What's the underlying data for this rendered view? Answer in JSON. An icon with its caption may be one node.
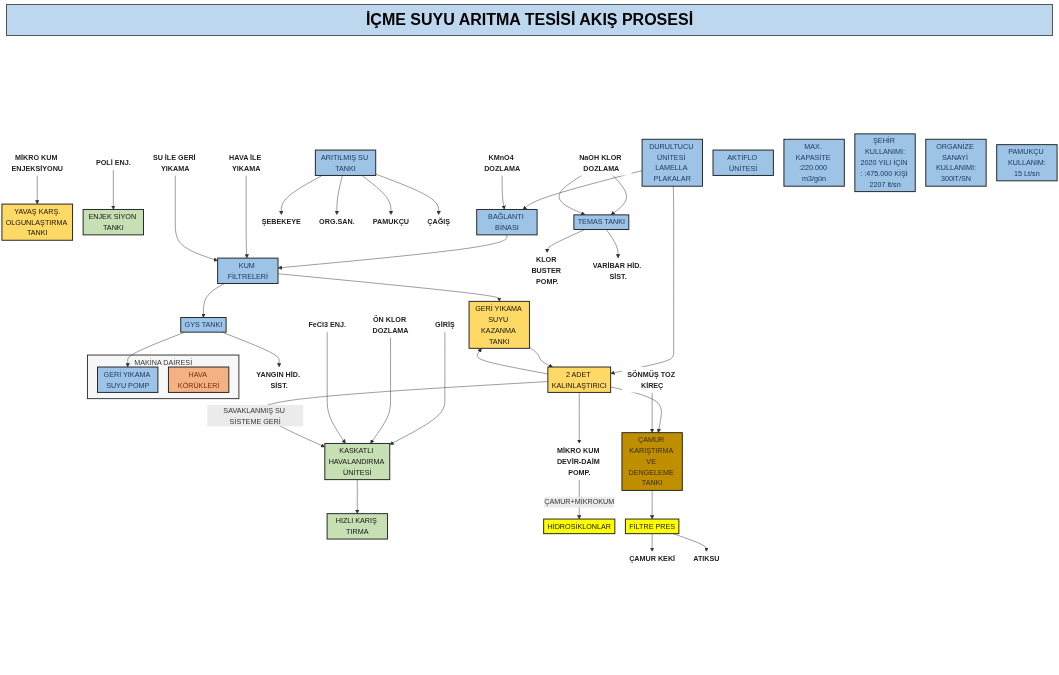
{
  "diagram": {
    "title": "İÇME SUYU ARITMA TESİSİ AKIŞ PROSESİ",
    "nodes": [
      {
        "text": [
          "GİRİŞ"
        ]
      },
      {
        "text": [
          "ÖN KLOR DOZLAMA"
        ]
      },
      {
        "text": [
          "FeCl3 ENJ."
        ]
      },
      {
        "text": [
          "KASKATLI HAVALANDIRMA ÜNİTESİ"
        ]
      },
      {
        "text": [
          "MİKRO KUM ENJEKSİYONU"
        ]
      },
      {
        "text": [
          "POLİ ENJ."
        ]
      },
      {
        "text": [
          "HİDROSİKLONLAR"
        ]
      },
      {
        "text": [
          "AKTİFLO ÜNİTESİ"
        ]
      },
      {
        "text": [
          "HIZLI KARIŞ TIRMA"
        ]
      },
      {
        "text": [
          "ENJEK SİYON TANKI"
        ]
      },
      {
        "text": [
          "YAVAŞ KARŞ.",
          "OLGUNLAŞTIRMA TANKI"
        ]
      },
      {
        "text": [
          "DURULTUCU ÜNİTESİ LAMELLA PLAKALAR"
        ]
      },
      {
        "text": [
          "MİKRO KUM DEVİR-DAİM POMP."
        ]
      },
      {
        "text": [
          "2 ADET KALINLAŞTIRICI"
        ]
      },
      {
        "text": [
          "KMnO4 DOZLAMA"
        ]
      },
      {
        "text": [
          "BAĞLANTI BİNASI"
        ]
      },
      {
        "text": [
          "MAKİNA DAİRESİ"
        ]
      },
      {
        "text": [
          "HAVA KÖRÜKLERİ"
        ],
        "in": 16
      },
      {
        "text": [
          "GERİ YIKAMA SUYU POMP"
        ],
        "in": 16
      },
      {
        "text": [
          "HAVA İLE YIKAMA"
        ]
      },
      {
        "text": [
          "SU İLE GERİ YIKAMA"
        ]
      },
      {
        "text": [
          "KUM FİLTRELERİ"
        ]
      },
      {
        "text": [
          "GERİ YIKAMA SUYU KAZANMA TANKI"
        ]
      },
      {
        "text": [
          "NaOH KLOR DOZLAMA"
        ]
      },
      {
        "text": [
          "GYS TANKI"
        ]
      },
      {
        "text": [
          "TEMAS TANKI"
        ]
      },
      {
        "text": [
          "ARITILMIŞ SU TANKI"
        ]
      },
      {
        "text": [
          "ŞEBEKEYE"
        ]
      },
      {
        "text": [
          "ORG.SAN."
        ]
      },
      {
        "text": [
          "PAMUKÇU"
        ]
      },
      {
        "text": [
          "ÇAĞIŞ"
        ]
      },
      {
        "text": [
          "YANGIN HİD. SİST."
        ]
      },
      {
        "text": [
          "KLOR BUSTER POMP."
        ]
      },
      {
        "text": [
          "VARİBAR HİD. SİST."
        ]
      },
      {
        "text": [
          "SÖNMÜŞ TOZ KİREÇ"
        ]
      },
      {
        "text": [
          "ÇAMUR KARIŞTIRMA VE DENGELEME TANKI"
        ]
      },
      {
        "text": [
          "FİLTRE PRES"
        ]
      },
      {
        "text": [
          "ÇAMUR KEKİ"
        ]
      },
      {
        "text": [
          "ATIKSU"
        ]
      },
      {
        "text": [
          "MAX. KAPASİTE :220.000 m3/gün"
        ]
      },
      {
        "text": [
          "ŞEHİR KULLANIMI:",
          "2020 YILI İÇİN : :475.000 KİŞİ 2207 lt/sn"
        ]
      },
      {
        "text": [
          "ORGANİZE SANAYİ KULLANIMI:",
          "300lT/SN"
        ]
      },
      {
        "text": [
          "PAMUKÇU KULLANIM:",
          "15 Lt/sn"
        ]
      }
    ],
    "edges": [
      {
        "from": 0,
        "to": 3,
        "arrow": "to"
      },
      {
        "from": 1,
        "to": 3,
        "arrow": "to"
      },
      {
        "from": 2,
        "to": 3,
        "arrow": "to"
      },
      {
        "from": 3,
        "to": 8,
        "arrow": "to"
      },
      {
        "from": 4,
        "to": 10,
        "arrow": "to"
      },
      {
        "from": 5,
        "to": 9,
        "arrow": "to"
      },
      {
        "from": 11,
        "to": 15,
        "arrow": "to"
      },
      {
        "from": 11,
        "to": 13,
        "arrow": "to"
      },
      {
        "from": 12,
        "to": 6,
        "label": "ÇAMUR+MİKROKUM",
        "arrow": "to"
      },
      {
        "from": 13,
        "to": 12,
        "arrow": "to"
      },
      {
        "from": 13,
        "to": 3,
        "label": "SAVAKLANMIŞ SU SİSTEME GERİ",
        "arrow": "to"
      },
      {
        "from": 14,
        "to": 15,
        "arrow": "to"
      },
      {
        "from": 15,
        "to": 21,
        "arrow": "to"
      },
      {
        "from": 19,
        "to": 21,
        "arrow": "to"
      },
      {
        "from": 20,
        "to": 21,
        "arrow": "to"
      },
      {
        "from": 21,
        "to": 24,
        "arrow": "to"
      },
      {
        "from": 21,
        "to": 22,
        "arrow": "to"
      },
      {
        "from": 22,
        "to": 13,
        "arrow": "to"
      },
      {
        "from": 13,
        "to": 22,
        "arrow": "to"
      },
      {
        "from": 24,
        "to": 18,
        "arrow": "to"
      },
      {
        "from": 23,
        "to": 25,
        "arrow": "to"
      },
      {
        "from": 23,
        "to": 25,
        "arrow": "to"
      },
      {
        "from": 26,
        "to": 27,
        "arrow": "to"
      },
      {
        "from": 26,
        "to": 28,
        "arrow": "to"
      },
      {
        "from": 26,
        "to": 29,
        "arrow": "to"
      },
      {
        "from": 26,
        "to": 30,
        "arrow": "to"
      },
      {
        "from": 24,
        "to": 31,
        "arrow": "to"
      },
      {
        "from": 25,
        "to": 32,
        "arrow": "to"
      },
      {
        "from": 25,
        "to": 33,
        "arrow": "to"
      },
      {
        "from": 13,
        "to": 35,
        "arrow": "to"
      },
      {
        "from": 34,
        "to": 35,
        "arrow": "to"
      },
      {
        "from": 35,
        "to": 36,
        "arrow": "to"
      },
      {
        "from": 36,
        "to": 37,
        "arrow": "to"
      },
      {
        "from": 36,
        "to": 38,
        "arrow": "to"
      }
    ]
  }
}
